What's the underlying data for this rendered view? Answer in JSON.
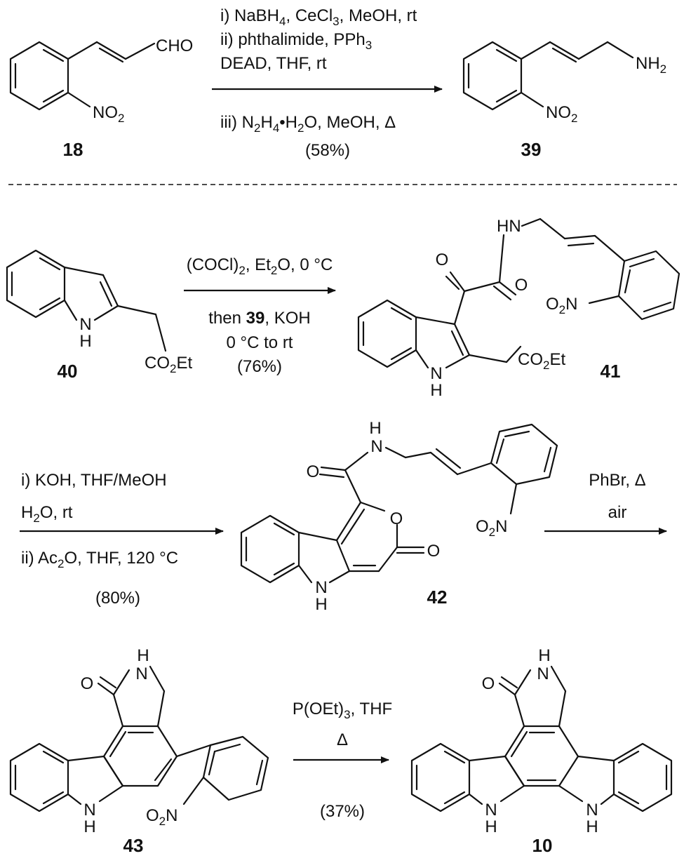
{
  "dividers": 1,
  "step1": {
    "conditions": [
      {
        "parts": [
          [
            "i) NaBH",
            ""
          ],
          [
            "4",
            "sub"
          ],
          [
            ", CeCl",
            ""
          ],
          [
            "3",
            "sub"
          ],
          [
            ", MeOH, rt",
            ""
          ]
        ]
      },
      {
        "parts": [
          [
            "ii) phthalimide, PPh",
            ""
          ],
          [
            "3",
            "sub"
          ]
        ]
      },
      {
        "parts": [
          [
            "DEAD, THF, rt",
            ""
          ]
        ]
      },
      {
        "parts": [
          [
            "iii) N",
            ""
          ],
          [
            "2",
            "sub"
          ],
          [
            "H",
            ""
          ],
          [
            "4",
            "sub"
          ],
          [
            "•H",
            ""
          ],
          [
            "2",
            "sub"
          ],
          [
            "O, MeOH, Δ",
            ""
          ]
        ]
      },
      {
        "parts": [
          [
            "(58%)",
            ""
          ]
        ]
      }
    ]
  },
  "step2": {
    "conditions": [
      {
        "parts": [
          [
            "(COCl)",
            ""
          ],
          [
            "2",
            "sub"
          ],
          [
            ", Et",
            ""
          ],
          [
            "2",
            "sub"
          ],
          [
            "O, 0 °C",
            ""
          ]
        ]
      },
      {
        "parts": [
          [
            "then ",
            ""
          ],
          [
            "39",
            "bold"
          ],
          [
            ", KOH",
            ""
          ]
        ]
      },
      {
        "parts": [
          [
            "0 °C to rt",
            ""
          ]
        ]
      },
      {
        "parts": [
          [
            "(76%)",
            ""
          ]
        ]
      }
    ]
  },
  "step3": {
    "conditions": [
      {
        "parts": [
          [
            "i) KOH, THF/MeOH",
            ""
          ]
        ]
      },
      {
        "parts": [
          [
            "H",
            ""
          ],
          [
            "2",
            "sub"
          ],
          [
            "O, rt",
            ""
          ]
        ]
      },
      {
        "parts": [
          [
            "ii) Ac",
            ""
          ],
          [
            "2",
            "sub"
          ],
          [
            "O, THF, 120 °C",
            ""
          ]
        ]
      },
      {
        "parts": [
          [
            "(80%)",
            ""
          ]
        ]
      }
    ]
  },
  "step4": {
    "conditions": [
      {
        "parts": [
          [
            "PhBr, Δ",
            ""
          ]
        ]
      },
      {
        "parts": [
          [
            "air",
            ""
          ]
        ]
      }
    ]
  },
  "step5": {
    "conditions": [
      {
        "parts": [
          [
            "P(OEt)",
            ""
          ],
          [
            "3",
            "sub"
          ],
          [
            ", THF",
            ""
          ]
        ]
      },
      {
        "parts": [
          [
            "Δ",
            ""
          ]
        ]
      },
      {
        "parts": [
          [
            "(37%)",
            ""
          ]
        ]
      }
    ]
  },
  "compounds": {
    "c18": {
      "number": "18",
      "atoms": {
        "cho": [
          [
            "CHO",
            ""
          ]
        ],
        "no2": [
          [
            "NO",
            ""
          ],
          [
            "2",
            "sub"
          ]
        ]
      }
    },
    "c39": {
      "number": "39",
      "atoms": {
        "nh2": [
          [
            "NH",
            ""
          ],
          [
            "2",
            "sub"
          ]
        ],
        "no2": [
          [
            "NO",
            ""
          ],
          [
            "2",
            "sub"
          ]
        ]
      }
    },
    "c40": {
      "number": "40",
      "atoms": {
        "nh_n": [
          [
            "N",
            ""
          ]
        ],
        "nh_h": [
          [
            "H",
            ""
          ]
        ],
        "ester": [
          [
            "CO",
            ""
          ],
          [
            "2",
            "sub"
          ],
          [
            "Et",
            ""
          ]
        ]
      }
    },
    "c41": {
      "number": "41",
      "atoms": {
        "o1": [
          [
            "O",
            ""
          ]
        ],
        "o2": [
          [
            "O",
            ""
          ]
        ],
        "hn": [
          [
            "HN",
            ""
          ]
        ],
        "no2": [
          [
            "O",
            ""
          ],
          [
            "2",
            "sub"
          ],
          [
            "N",
            ""
          ]
        ],
        "nh_n": [
          [
            "N",
            ""
          ]
        ],
        "nh_h": [
          [
            "H",
            ""
          ]
        ],
        "ester": [
          [
            "CO",
            ""
          ],
          [
            "2",
            "sub"
          ],
          [
            "Et",
            ""
          ]
        ]
      }
    },
    "c42": {
      "number": "42",
      "atoms": {
        "amide_h": [
          [
            "H",
            ""
          ]
        ],
        "amide_n": [
          [
            "N",
            ""
          ]
        ],
        "o_exo": [
          [
            "O",
            ""
          ]
        ],
        "o_ring": [
          [
            "O",
            ""
          ]
        ],
        "o_lac": [
          [
            "O",
            ""
          ]
        ],
        "no2": [
          [
            "O",
            ""
          ],
          [
            "2",
            "sub"
          ],
          [
            "N",
            ""
          ]
        ],
        "nh_n": [
          [
            "N",
            ""
          ]
        ],
        "nh_h": [
          [
            "H",
            ""
          ]
        ]
      }
    },
    "c43": {
      "number": "43",
      "atoms": {
        "lac_h": [
          [
            "H",
            ""
          ]
        ],
        "lac_n": [
          [
            "N",
            ""
          ]
        ],
        "o": [
          [
            "O",
            ""
          ]
        ],
        "nh_n": [
          [
            "N",
            ""
          ]
        ],
        "nh_h": [
          [
            "H",
            ""
          ]
        ],
        "no2": [
          [
            "O",
            ""
          ],
          [
            "2",
            "sub"
          ],
          [
            "N",
            ""
          ]
        ]
      }
    },
    "c10": {
      "number": "10",
      "atoms": {
        "lac_h": [
          [
            "H",
            ""
          ]
        ],
        "lac_n": [
          [
            "N",
            ""
          ]
        ],
        "o": [
          [
            "O",
            ""
          ]
        ],
        "nh1_n": [
          [
            "N",
            ""
          ]
        ],
        "nh1_h": [
          [
            "H",
            ""
          ]
        ],
        "nh2_n": [
          [
            "N",
            ""
          ]
        ],
        "nh2_h": [
          [
            "H",
            ""
          ]
        ]
      }
    }
  }
}
